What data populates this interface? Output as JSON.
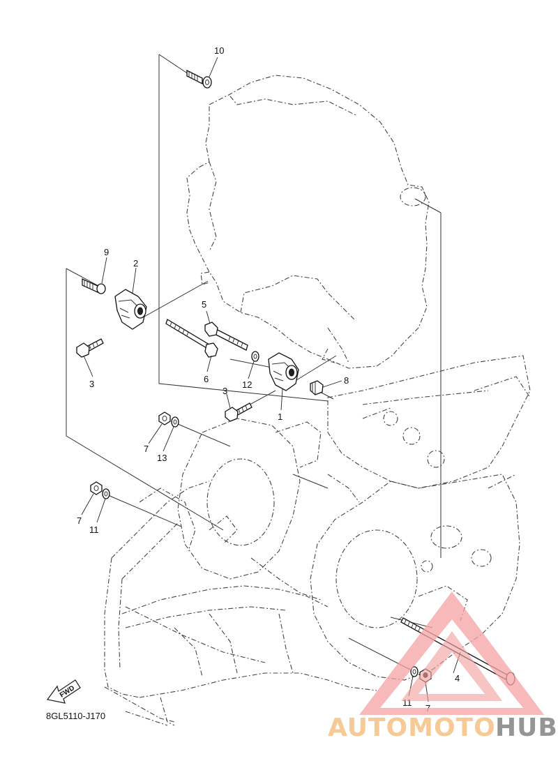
{
  "diagram": {
    "drawing_code": "8GL5110-J170",
    "fwd_label": "FWD",
    "callouts": [
      {
        "id": "c10",
        "label": "10"
      },
      {
        "id": "c9",
        "label": "9"
      },
      {
        "id": "c2",
        "label": "2"
      },
      {
        "id": "c5",
        "label": "5"
      },
      {
        "id": "c3a",
        "label": "3"
      },
      {
        "id": "c6",
        "label": "6"
      },
      {
        "id": "c12",
        "label": "12"
      },
      {
        "id": "c8",
        "label": "8"
      },
      {
        "id": "c3b",
        "label": "3"
      },
      {
        "id": "c1",
        "label": "1"
      },
      {
        "id": "c7a",
        "label": "7"
      },
      {
        "id": "c13",
        "label": "13"
      },
      {
        "id": "c7b",
        "label": "7"
      },
      {
        "id": "c11a",
        "label": "11"
      },
      {
        "id": "c4",
        "label": "4"
      },
      {
        "id": "c11b",
        "label": "11"
      },
      {
        "id": "c7c",
        "label": "7"
      }
    ]
  },
  "watermark": {
    "part1": "AUTOMOTO",
    "part2": "HUB",
    "color_primary": "#f4a3a3",
    "color_secondary": "#f6c48a",
    "color_hub": "#8a8a8a"
  }
}
